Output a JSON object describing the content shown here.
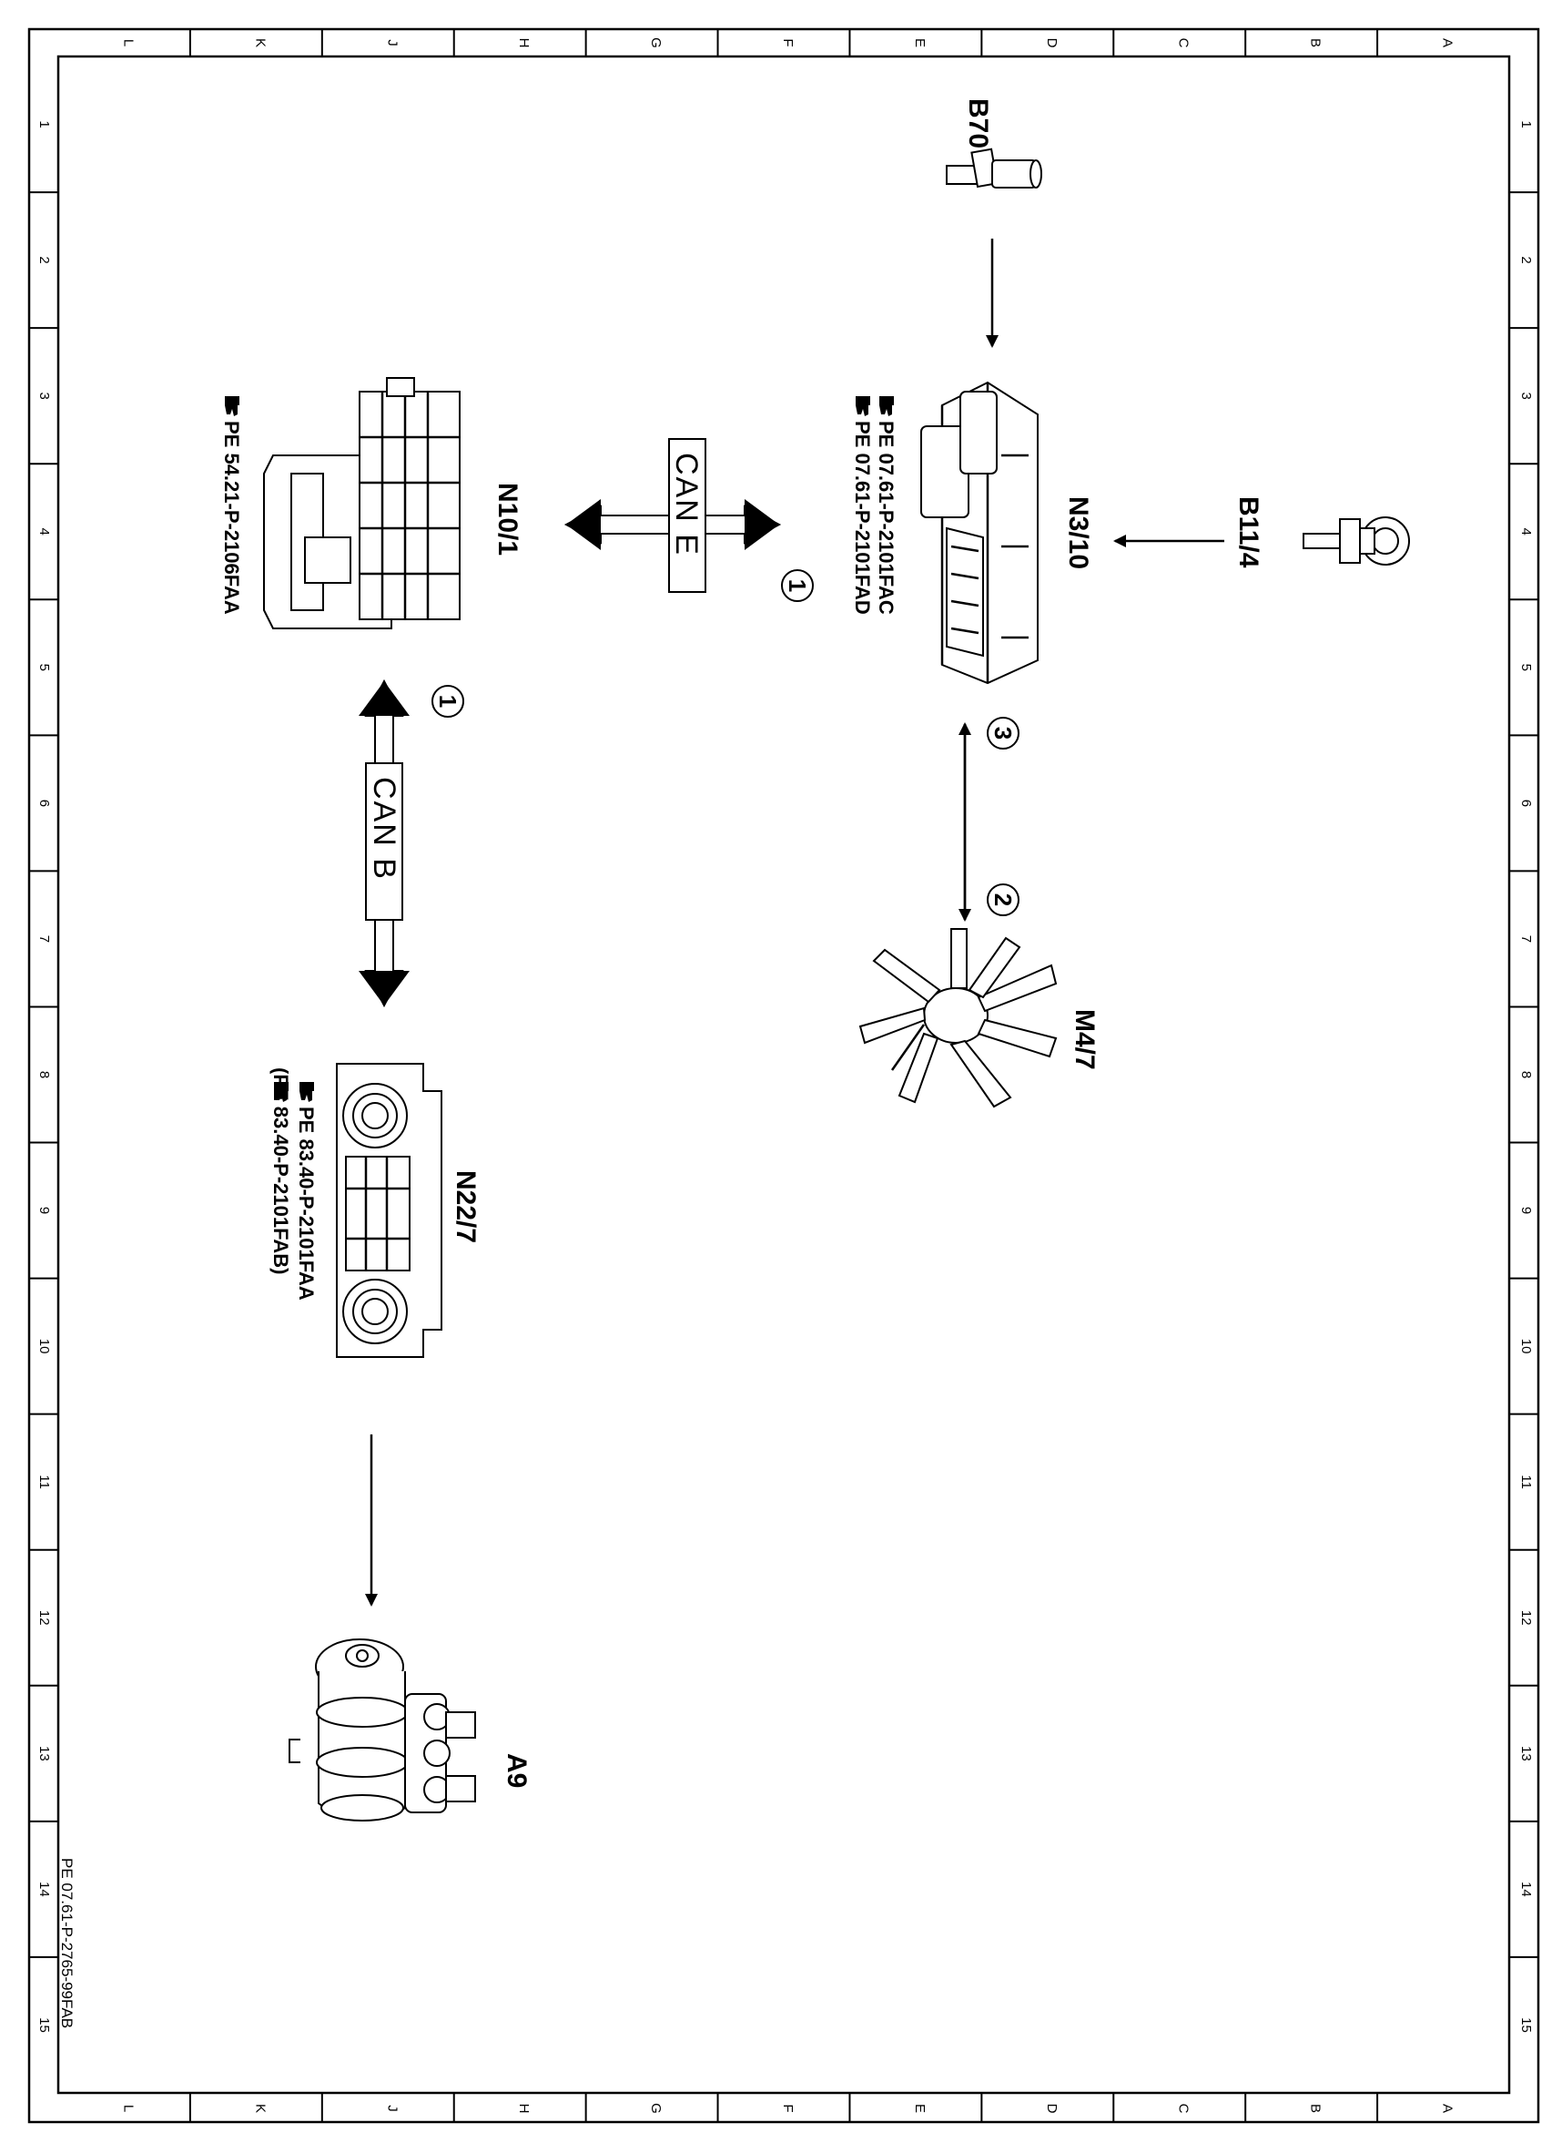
{
  "frame": {
    "column_letters": [
      "A",
      "B",
      "C",
      "D",
      "E",
      "F",
      "G",
      "H",
      "J",
      "K",
      "L"
    ],
    "row_numbers": [
      "1",
      "2",
      "3",
      "4",
      "5",
      "6",
      "7",
      "8",
      "9",
      "10",
      "11",
      "12",
      "13",
      "14",
      "15"
    ]
  },
  "components": {
    "b70": {
      "label": "B70"
    },
    "b11_4": {
      "label": "B11/4"
    },
    "n3_10": {
      "label": "N3/10",
      "refs": [
        "PE  07.61-P-2101FAC",
        "PE  07.61-P-2101FAD"
      ]
    },
    "n10_1": {
      "label": "N10/1",
      "refs": [
        "PE  54.21-P-2106FAA"
      ]
    },
    "m4_7": {
      "label": "M4/7"
    },
    "n22_7": {
      "label": "N22/7",
      "refs": [
        "PE  83.40-P-2101FAA",
        "(PE  83.40-P-2101FAB)"
      ]
    },
    "a9": {
      "label": "A9"
    }
  },
  "buses": {
    "can_e": {
      "label": "CAN E"
    },
    "can_b": {
      "label": "CAN B"
    }
  },
  "markers": {
    "m1a": "1",
    "m1b": "1",
    "m2": "2",
    "m3": "3"
  },
  "document_id": "PE 07.61-P-2765-99FAB",
  "icons": {
    "reference": "pointing-hand-icon"
  }
}
